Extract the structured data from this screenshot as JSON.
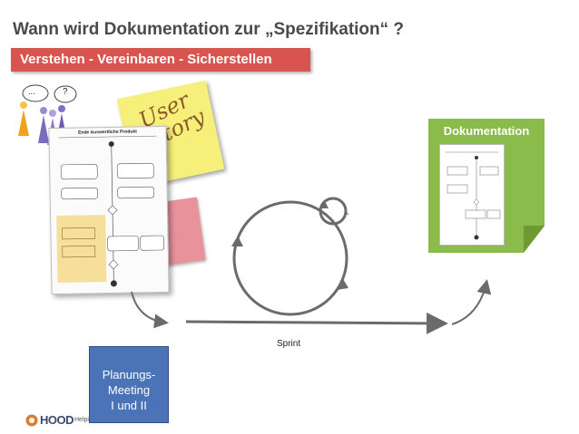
{
  "header": {
    "title": "Wann wird Dokumentation zur „Spezifikation“ ?",
    "subtitle": "Verstehen  - Vereinbaren - Sicherstellen"
  },
  "sticky_note": {
    "text": "User Story"
  },
  "speech_bubbles": {
    "left": "...",
    "right": "?"
  },
  "process_sheet": {
    "title": "Ende Auswertliche Produkt"
  },
  "documentation": {
    "label": "Dokumentation"
  },
  "sprint": {
    "label": "Sprint"
  },
  "planning_meeting": {
    "line1": "Planungs-",
    "line2": "Meeting",
    "line3": "I und II"
  },
  "footer": {
    "logo": "HOOD",
    "text": "Helpi"
  },
  "colors": {
    "banner": "#d9534f",
    "note": "#f6f07a",
    "doc": "#8bbb4a",
    "planning": "#4a73b8",
    "arrow": "#6b6b6b"
  }
}
